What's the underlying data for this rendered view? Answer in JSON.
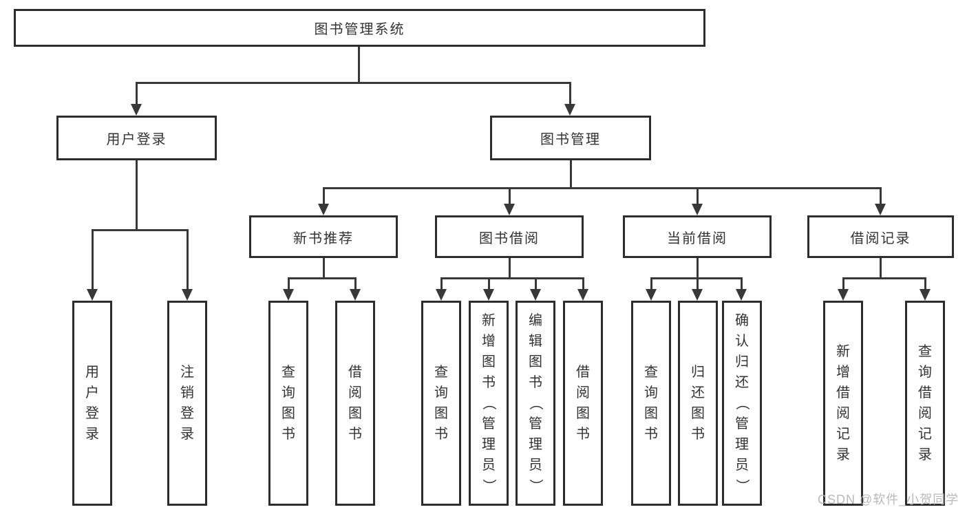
{
  "tree": {
    "root": {
      "label": "图书管理系统"
    },
    "branches": [
      {
        "label": "用户登录",
        "children": [
          {
            "label": "用户登录"
          },
          {
            "label": "注销登录"
          }
        ]
      },
      {
        "label": "图书管理",
        "children": [
          {
            "label": "新书推荐",
            "children": [
              {
                "label": "查询图书"
              },
              {
                "label": "借阅图书"
              }
            ]
          },
          {
            "label": "图书借阅",
            "children": [
              {
                "label": "查询图书"
              },
              {
                "label": "新增图书（管理员）"
              },
              {
                "label": "编辑图书（管理员）"
              },
              {
                "label": "借阅图书"
              }
            ]
          },
          {
            "label": "当前借阅",
            "children": [
              {
                "label": "查询图书"
              },
              {
                "label": "归还图书"
              },
              {
                "label": "确认归还（管理员）"
              }
            ]
          },
          {
            "label": "借阅记录",
            "children": [
              {
                "label": "新增借阅记录"
              },
              {
                "label": "查询借阅记录"
              }
            ]
          }
        ]
      }
    ]
  },
  "watermark": "CSDN @软件_小贺同学",
  "colors": {
    "line": "#383838",
    "box_border": "#2d2d2d",
    "text": "#333333",
    "watermark": "#b4b4b4",
    "background": "#ffffff"
  }
}
